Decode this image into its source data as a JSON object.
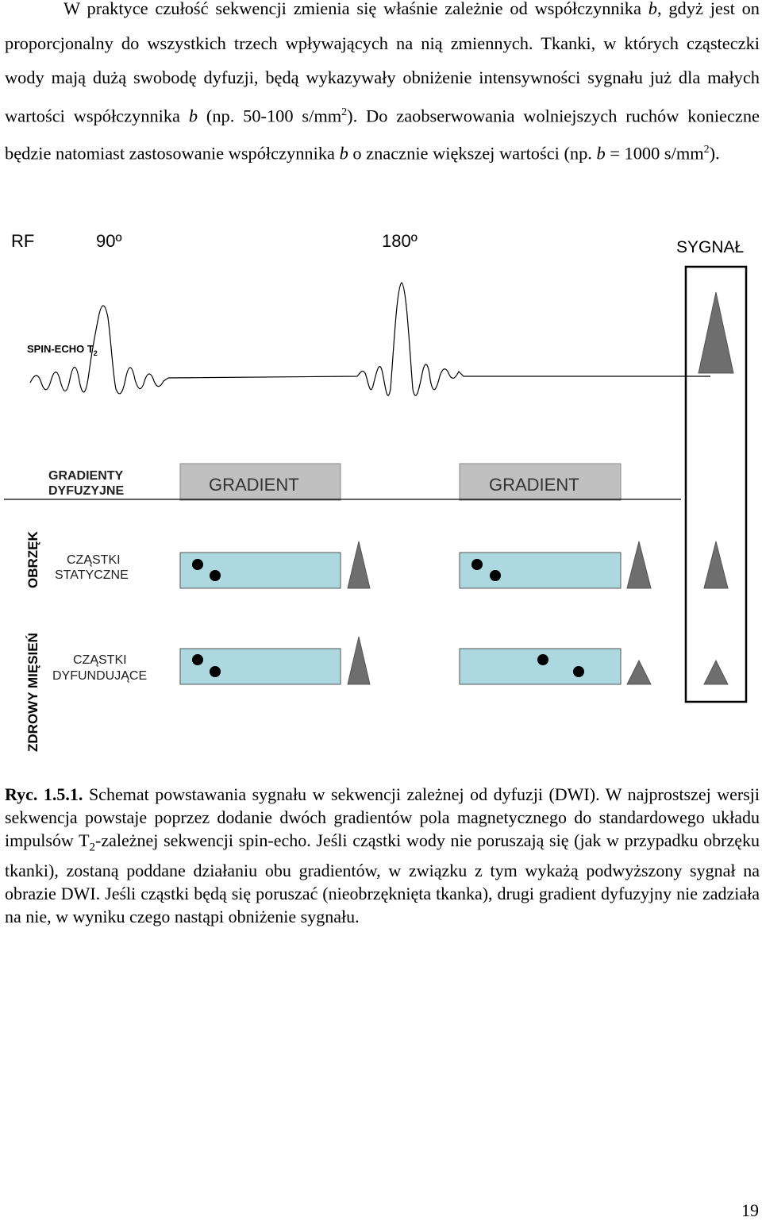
{
  "body": {
    "p1_a": "W praktyce czułość sekwencji zmienia się właśnie zależnie od współczynnika ",
    "b": "b",
    "p1_b": ", gdyż jest on proporcjonalny do wszystkich trzech wpływających na nią zmiennych. Tkanki, w których cząsteczki wody mają dużą swobodę dyfuzji, będą wykazywały obniżenie intensywności sygnału już dla małych wartości współczynnika ",
    "p1_c": " (np. 50-100 s/mm",
    "sup2": "2",
    "p1_d": "). Do zaobserwowania wolniejszych ruchów konieczne będzie natomiast zastosowanie współczynnika ",
    "p1_e": " o znacznie większej wartości (np. ",
    "p1_f": " = 1000 s/mm",
    "p1_g": ")."
  },
  "figure": {
    "rf": "RF",
    "deg90": "90º",
    "deg180": "180º",
    "signal": "SYGNAŁ",
    "spin_echo": "SPIN-ECHO T",
    "spin_echo_sub": "2",
    "grad_label_1": "GRADIENTY",
    "grad_label_2": "DYFUZYJNE",
    "gradient_1": "GRADIENT",
    "gradient_2": "GRADIENT",
    "edema": "OBRZĘK",
    "healthy": "ZDROWY MIĘSIEŃ",
    "static_1": "CZĄSTKI",
    "static_2": "STATYCZNE",
    "diff_1": "CZĄSTKI",
    "diff_2": "DYFUNDUJĄCE"
  },
  "caption": {
    "label": "Ryc. 1.5.1.",
    "text_a": " Schemat powstawania sygnału w sekwencji zależnej od dyfuzji (DWI). W najprostszej wersji sekwencja powstaje poprzez dodanie dwóch gradientów pola magnetycznego do standardowego układu impulsów T",
    "sub": "2",
    "text_b": "-zależnej sekwencji spin-echo. Jeśli cząstki wody nie poruszają się (jak w przypadku obrzęku tkanki), zostaną poddane działaniu obu gradientów, w związku z tym wykażą podwyższony sygnał na obrazie DWI. Jeśli cząstki będą się poruszać (nieobrzęknięta tkanka), drugi gradient dyfuzyjny nie zadziała na nie, w wyniku czego nastąpi obniżenie sygnału."
  },
  "page_number": "19",
  "colors": {
    "gradient_box": "#c0c0c0",
    "particle_box": "#add8e0",
    "triangle": "#6e6e6e"
  }
}
